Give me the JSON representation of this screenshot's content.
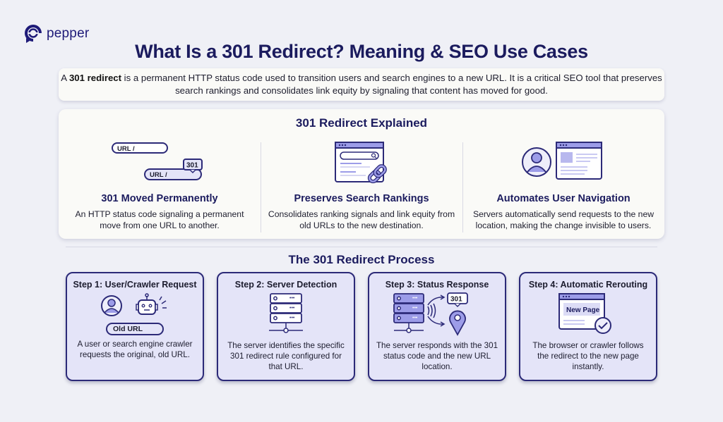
{
  "brand": {
    "name": "pepper",
    "color": "#1e1a78"
  },
  "title": "What Is a 301 Redirect? Meaning & SEO Use Cases",
  "intro": {
    "prefix": "A ",
    "bold": "301 redirect",
    "text": " is a permanent HTTP status code used to transition users and search engines to a new URL. It is a critical SEO tool that preserves search rankings and consolidates link equity by signaling that content has moved for good."
  },
  "explained": {
    "title": "301 Redirect Explained",
    "items": [
      {
        "icon": "url-redirect-icon",
        "title": "301 Moved Permanently",
        "desc": "An HTTP status code signaling a permanent move from one URL to another.",
        "url_label_old": "URL /",
        "url_label_new": "URL /",
        "badge": "301"
      },
      {
        "icon": "search-link-icon",
        "title": "Preserves Search Rankings",
        "desc": "Consolidates ranking signals and link equity from old URLs to the new destination."
      },
      {
        "icon": "user-browser-icon",
        "title": "Automates User Navigation",
        "desc": "Servers automatically send requests to the new location, making the change invisible to users."
      }
    ]
  },
  "process": {
    "title": "The 301 Redirect Process",
    "steps": [
      {
        "title": "Step 1: User/Crawler Request",
        "icon": "user-robot-icon",
        "pill": "Old URL",
        "desc": "A user or search engine crawler requests the original, old URL."
      },
      {
        "title": "Step 2: Server Detection",
        "icon": "server-icon",
        "desc": "The server identifies the specific 301 redirect rule configured for that URL."
      },
      {
        "title": "Step 3: Status Response",
        "icon": "server-response-icon",
        "badge": "301",
        "desc": "The server responds with the 301 status code and the new URL location."
      },
      {
        "title": "Step 4: Automatic Rerouting",
        "icon": "new-page-check-icon",
        "page_label": "New Page",
        "desc": "The browser or crawler follows the redirect to the new page instantly."
      }
    ]
  },
  "colors": {
    "navy": "#1b1b5e",
    "accent": "#9c9ce8",
    "card_bg": "#e4e4f8",
    "outline": "#2c2a78"
  }
}
